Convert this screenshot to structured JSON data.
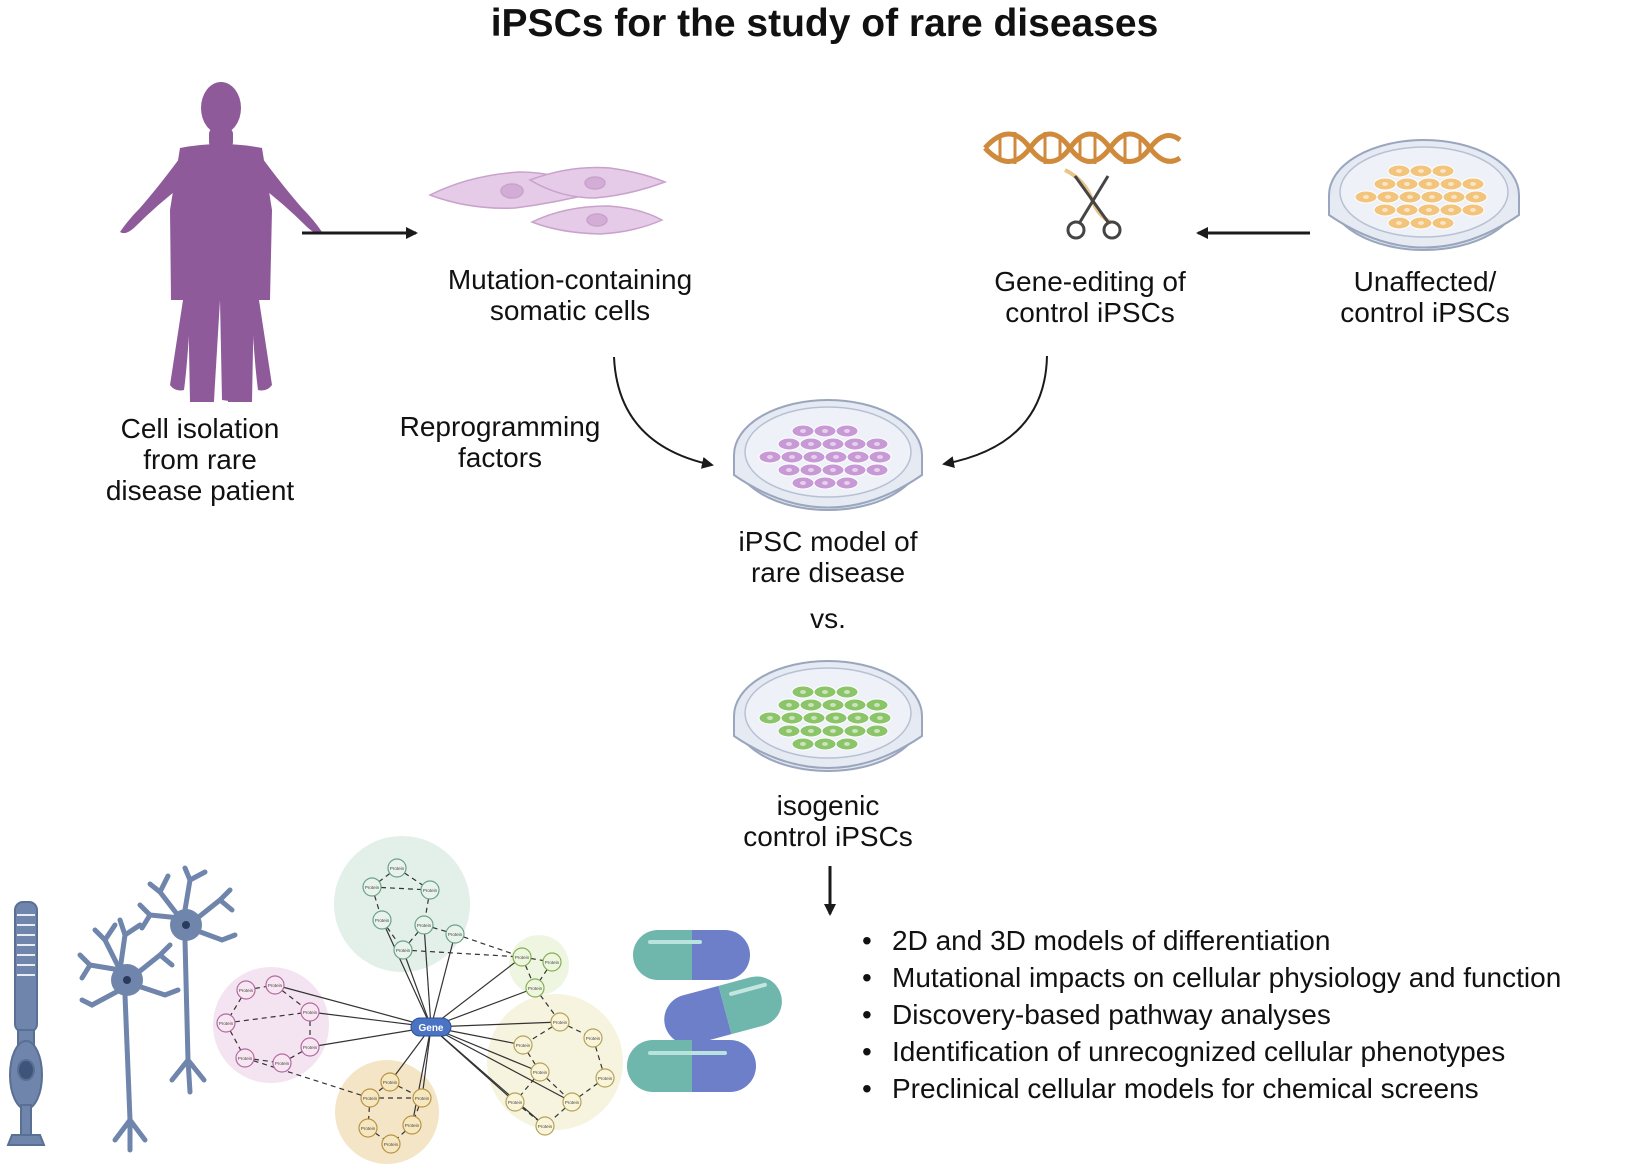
{
  "title": "iPSCs for the study of rare diseases",
  "labels": {
    "patient": [
      "Cell isolation",
      "from rare",
      "disease patient"
    ],
    "somatic": [
      "Mutation-containing",
      "somatic cells"
    ],
    "reprogramming": [
      "Reprogramming",
      "factors"
    ],
    "gene_editing": [
      "Gene-editing of",
      "control iPSCs"
    ],
    "unaffected": [
      "Unaffected/",
      "control iPSCs"
    ],
    "disease_model": [
      "iPSC model of",
      "rare disease"
    ],
    "vs": "vs.",
    "isogenic": [
      "isogenic",
      "control iPSCs"
    ]
  },
  "network": {
    "hub": "Gene",
    "node": "Protein"
  },
  "bullets": [
    "2D and 3D models of differentiation",
    "Mutational impacts on cellular physiology and function",
    "Discovery-based pathway analyses",
    "Identification of unrecognized cellular phenotypes",
    "Preclinical cellular models for chemical screens"
  ],
  "colors": {
    "patient": "#8e5a9a",
    "somatic_cell": "#e6cbe8",
    "dna": "#d08a3c",
    "disease_cells": "#c79ad6",
    "control_cells": "#8cc46a",
    "unaffected_cells": "#f2c47c",
    "neuron": "#6f85ab",
    "capsule_teal": "#6fb6ad",
    "capsule_blue": "#6c7fc8"
  }
}
